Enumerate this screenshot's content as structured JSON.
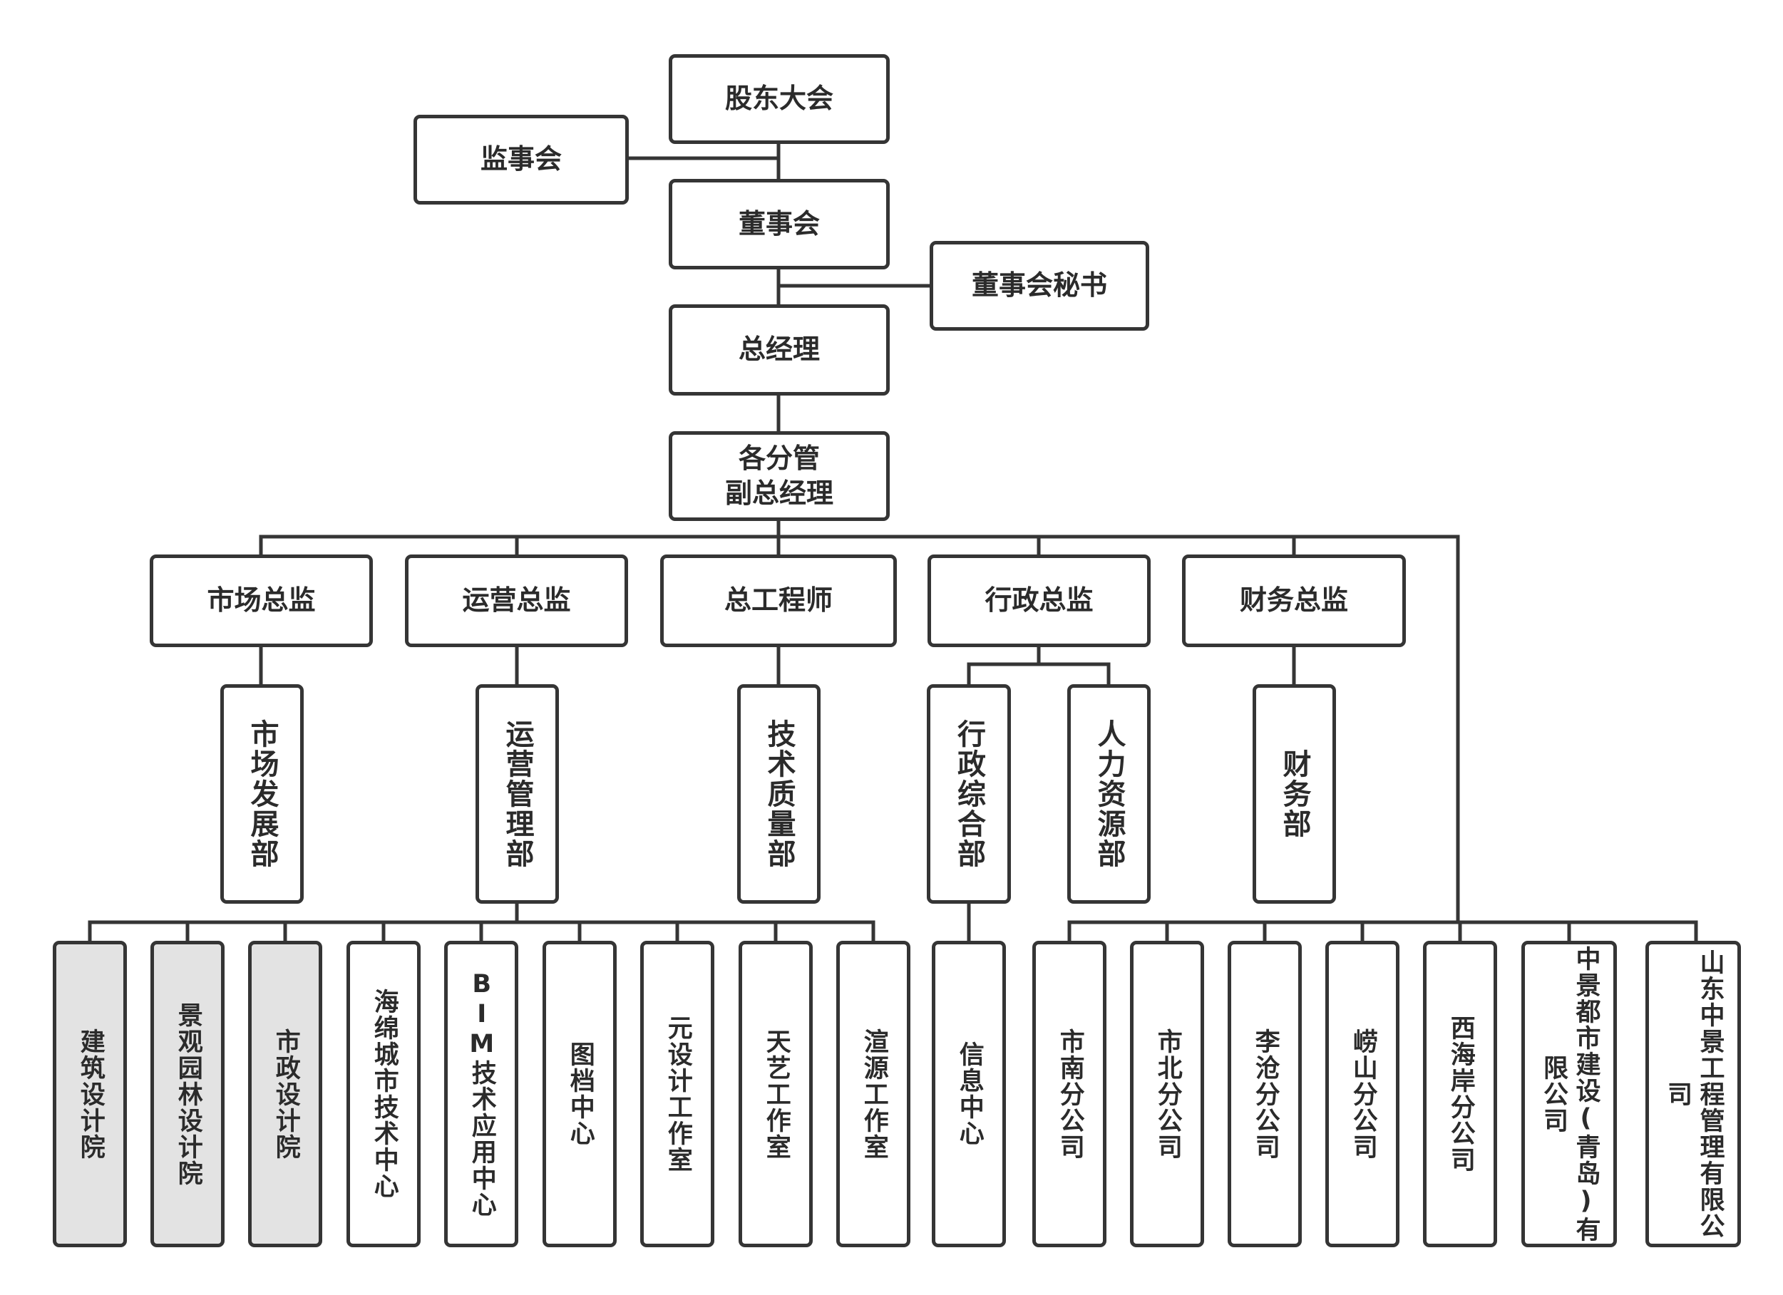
{
  "top": {
    "shareholders": "股东大会",
    "supervisors": "监事会",
    "board": "董事会",
    "board_secretary": "董事会秘书",
    "gm": "总经理",
    "vice_gm": "各分管\n副总经理"
  },
  "directors": {
    "market": "市场总监",
    "operation": "运营总监",
    "chief_engineer": "总工程师",
    "admin": "行政总监",
    "finance": "财务总监"
  },
  "departments": {
    "market_dev": "市场发展部",
    "operation_mgmt": "运营管理部",
    "tech_quality": "技术质量部",
    "admin_general": "行政综合部",
    "hr": "人力资源部",
    "finance_dept": "财务部"
  },
  "units": {
    "arch_institute": "建筑设计院",
    "landscape_institute": "景观园林设计院",
    "municipal_institute": "市政设计院",
    "sponge_city": "海绵城市技术中心",
    "bim_center": "BIM技术应用中心",
    "archive_center": "图档中心",
    "yuan_studio": "元设计工作室",
    "tianyi_studio": "天艺工作室",
    "xuanyuan_studio": "渲源工作室",
    "info_center": "信息中心",
    "shinan": "市南分公司",
    "shibei": "市北分公司",
    "licang": "李沧分公司",
    "laoshan": "崂山分公司",
    "west_coast": "西海岸分公司",
    "zhongjing_qingdao": "中景都市建设(青岛)有限公司",
    "shandong_zhongjing": "山东中景工程管理有限公司"
  },
  "colors": {
    "line": "#353535",
    "shaded_fill": "#e3e3e3",
    "text": "#2b2b2b"
  }
}
